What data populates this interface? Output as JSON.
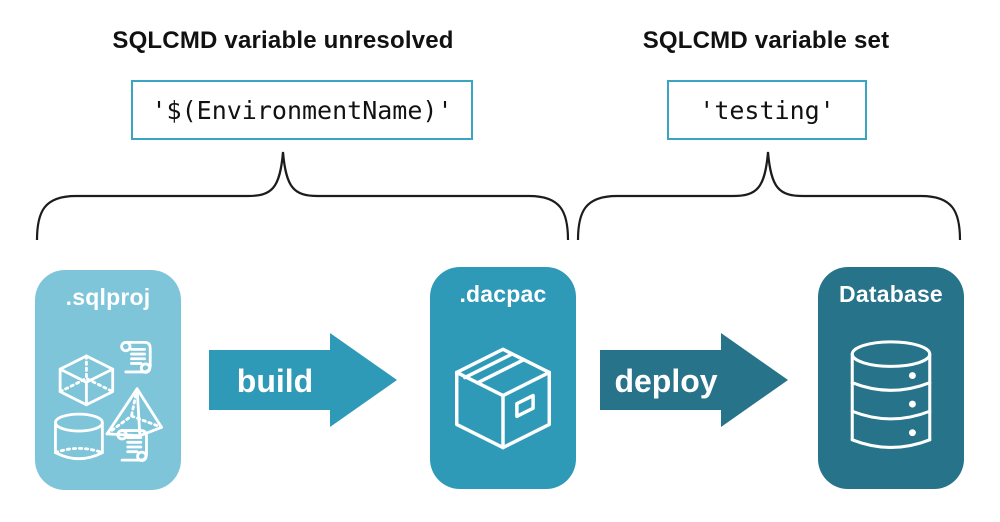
{
  "sections": {
    "unresolved": {
      "heading": "SQLCMD variable unresolved",
      "code": "'$(EnvironmentName)'"
    },
    "set": {
      "heading": "SQLCMD variable set",
      "code": "'testing'"
    }
  },
  "pipeline": {
    "stages": [
      {
        "label": ".sqlproj",
        "icon": "sql-objects-icon"
      },
      {
        "label": ".dacpac",
        "icon": "package-icon"
      },
      {
        "label": "Database",
        "icon": "database-icon"
      }
    ],
    "arrows": [
      {
        "label": "build"
      },
      {
        "label": "deploy"
      }
    ]
  },
  "colors": {
    "light_blue": "#7ec5da",
    "teal": "#2e9ab8",
    "dark_teal": "#26738a",
    "code_box_border": "#3aa5c2",
    "brace_stroke": "#1c1c1c",
    "text": "#111111",
    "white": "#ffffff"
  }
}
